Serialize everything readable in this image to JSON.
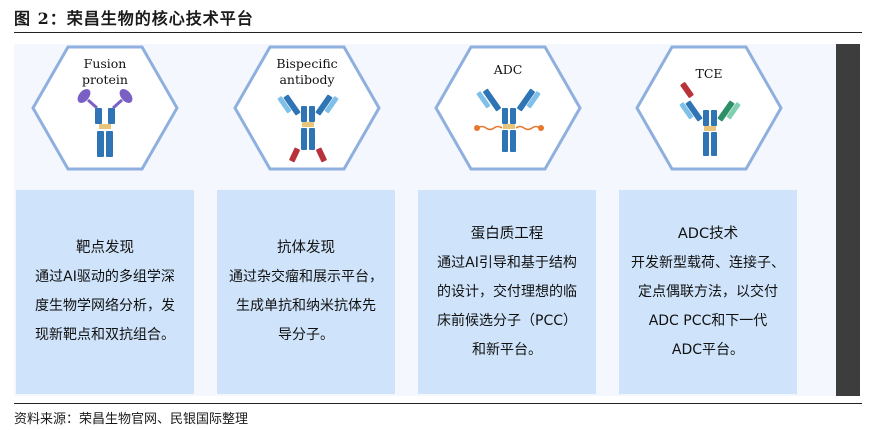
{
  "figure": {
    "title": "图 2：荣昌生物的核心技术平台",
    "source": "资料来源：荣昌生物官网、民银国际整理"
  },
  "platforms": [
    {
      "label_lines": [
        "Fusion",
        "protein"
      ],
      "icon": "fusion-protein-icon"
    },
    {
      "label_lines": [
        "Bispecific",
        "antibody"
      ],
      "icon": "bispecific-antibody-icon"
    },
    {
      "label_lines": [
        "ADC"
      ],
      "icon": "adc-antibody-icon"
    },
    {
      "label_lines": [
        "TCE"
      ],
      "icon": "tce-antibody-icon"
    }
  ],
  "cards": [
    {
      "title": "靶点发现",
      "lines": [
        "通过AI驱动的多组学深",
        "度生物学网络分析，发",
        "现新靶点和双抗组合。"
      ]
    },
    {
      "title": "抗体发现",
      "lines": [
        "通过杂交瘤和展示平台，",
        "生成单抗和纳米抗体先",
        "导分子。"
      ]
    },
    {
      "title": "蛋白质工程",
      "lines": [
        "通过AI引导和基于结构",
        "的设计，交付理想的临",
        "床前候选分子（PCC）",
        "和新平台。"
      ]
    },
    {
      "title": "ADC技术",
      "lines": [
        "开发新型载荷、连接子、",
        "定点偶联方法，以交付",
        "ADC PCC和下一代",
        "ADC平台。"
      ]
    }
  ],
  "colors": {
    "hexagon_stroke": "#8fb0de",
    "card_fill": "#cfe4fb",
    "antibody_blue": "#2f74b5",
    "antibody_light_blue": "#7ec0e8",
    "fusion_purple": "#7a5fc4",
    "bispecific_red": "#b8323a",
    "payload_orange": "#e8772e",
    "tce_green": "#2f8f66"
  }
}
